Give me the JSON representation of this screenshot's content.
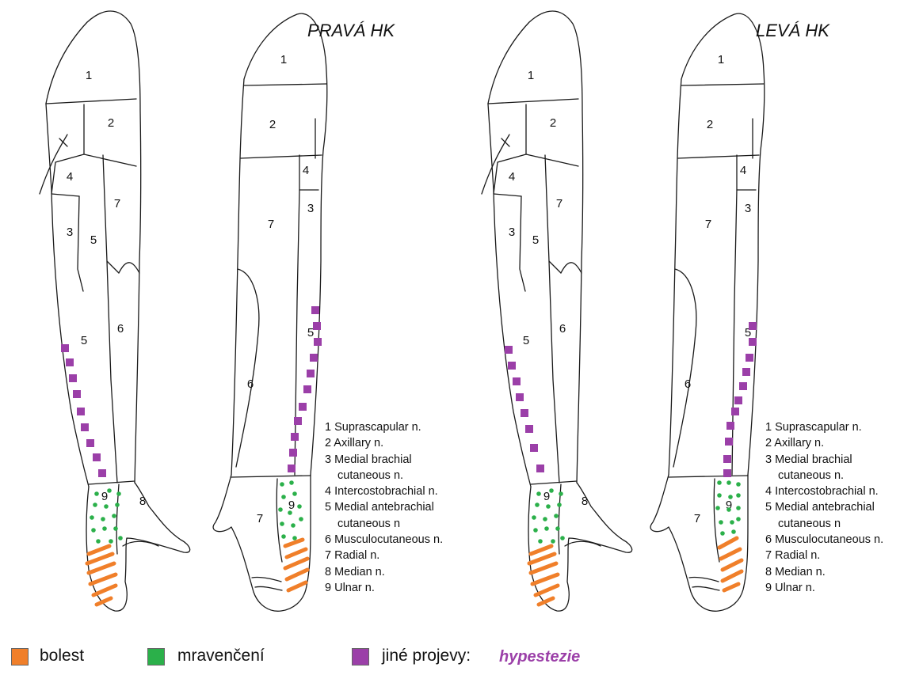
{
  "panels": [
    {
      "title": "PRAVÁ HK",
      "region_labels": {
        "anterior": [
          "1",
          "2",
          "4",
          "7",
          "3",
          "5",
          "5",
          "6",
          "9",
          "8"
        ],
        "posterior": [
          "1",
          "2",
          "4",
          "3",
          "7",
          "5",
          "6",
          "9",
          "7"
        ]
      }
    },
    {
      "title": "LEVÁ HK",
      "region_labels": {
        "anterior": [
          "1",
          "2",
          "4",
          "7",
          "3",
          "5",
          "5",
          "6",
          "9",
          "8"
        ],
        "posterior": [
          "1",
          "2",
          "4",
          "3",
          "7",
          "5",
          "6",
          "9",
          "7"
        ]
      }
    }
  ],
  "nerve_list": [
    "1 Suprascapular n.",
    "2 Axillary n.",
    "3 Medial brachial",
    "   cutaneous n.",
    "4 Intercostobrachial n.",
    "5 Medial antebrachial",
    "   cutaneous n",
    "6 Musculocutaneous n.",
    "7 Radial n.",
    "8 Median n.",
    "9 Ulnar n."
  ],
  "legend": {
    "items": [
      {
        "label": "bolest",
        "color": "#f07f2a"
      },
      {
        "label": "mravenčení",
        "color": "#2bb04a"
      },
      {
        "label": "jiné projevy:",
        "color": "#9b3fa8"
      }
    ],
    "other_value": "hypestezie"
  },
  "marker_colors": {
    "pain": "#f07f2a",
    "tingling": "#2bb04a",
    "other": "#9b3fa8"
  }
}
